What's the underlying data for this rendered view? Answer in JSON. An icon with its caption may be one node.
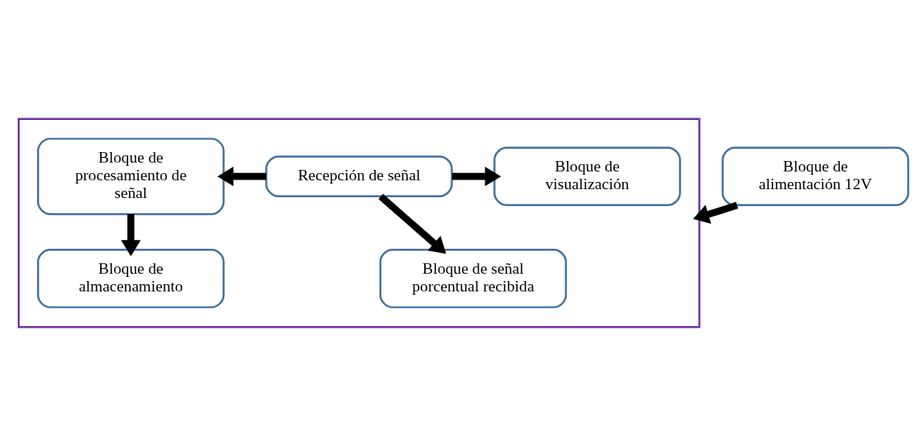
{
  "diagram": {
    "nodes": [
      {
        "text": [],
        "shape": "box"
      },
      {
        "text": [
          "Bloque de visualización"
        ],
        "in": 0
      },
      {
        "text": [
          "Recepción de señal"
        ],
        "in": 0
      },
      {
        "text": [
          "Bloque de procesamiento de señal"
        ],
        "in": 0
      },
      {
        "text": [
          "Bloque de señal porcentual recibida"
        ],
        "in": 0
      },
      {
        "text": [
          "Bloque de almacenamiento"
        ],
        "in": 0
      },
      {
        "text": [
          "Bloque de alimentación 12V"
        ]
      }
    ],
    "edges": [
      {
        "from": 2,
        "to": 1,
        "arrow": "to"
      },
      {
        "from": 2,
        "to": 3,
        "arrow": "to"
      },
      {
        "from": 2,
        "to": 4,
        "arrow": "to"
      },
      {
        "from": 3,
        "to": 5,
        "arrow": "to"
      },
      {
        "from": 6,
        "to": 0,
        "arrow": "to"
      }
    ]
  }
}
